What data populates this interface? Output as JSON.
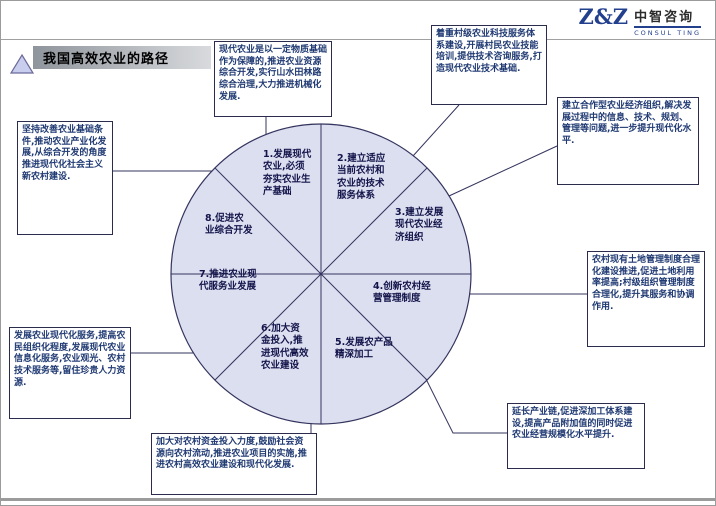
{
  "logo": {
    "mark": "Z&Z",
    "name": "中智咨询",
    "subtitle": "CONSUL TING"
  },
  "title": "我国高效农业的路径",
  "icons": {
    "title_bullet": "triangle-icon"
  },
  "colors": {
    "logo_blue": "#23408f",
    "circle_fill": "#dcdff0",
    "diagram_line": "#34345e",
    "callout_text": "#203a73",
    "segment_text": "#14144a",
    "title_bar_gray": "#8f959c"
  },
  "wheel": {
    "segments": [
      {
        "label": "1.发展现代农业,必须夯实农业生产基础"
      },
      {
        "label": "2.建立适应当前农村和农业的技术服务体系"
      },
      {
        "label": "3.建立发展现代农业经济组织"
      },
      {
        "label": "4.创新农村经营管理制度"
      },
      {
        "label": "5.发展农产品精深加工"
      },
      {
        "label": "6.加大资金投入,推进现代高效农业建设"
      },
      {
        "label": "7.推进农业现代服务业发展"
      },
      {
        "label": "8.促进农业综合开发"
      }
    ]
  },
  "callouts": [
    {
      "text": "现代农业是以一定物质基础作为保障的,推进农业资源综合开发,实行山水田林路综合治理,大力推进机械化发展."
    },
    {
      "text": "着重村级农业科技服务体系建设,开展村民农业技能培训,提供技术咨询服务,打造现代农业技术基础."
    },
    {
      "text": "建立合作型农业经济组织,解决发展过程中的信息、技术、规划、管理等问题,进一步提升现代化水平."
    },
    {
      "text": "农村现有土地管理制度合理化建设推进,促进土地利用率提高;村级组织管理制度合理化,提升其服务和协调作用."
    },
    {
      "text": "延长产业链,促进深加工体系建设,提高产品附加值的同时促进农业经营规模化水平提升."
    },
    {
      "text": "加大对农村资金投入力度,鼓励社会资源向农村流动,推进农业项目的实施,推进农村高效农业建设和现代化发展."
    },
    {
      "text": "发展农业现代化服务,提高农民组织化程度,发展现代农业信息化服务,农业观光、农村技术服务等,留住珍贵人力资源."
    },
    {
      "text": "坚持改善农业基础条件,推动农业产业化发展,从综合开发的角度推进现代化社会主义新农村建设."
    }
  ]
}
